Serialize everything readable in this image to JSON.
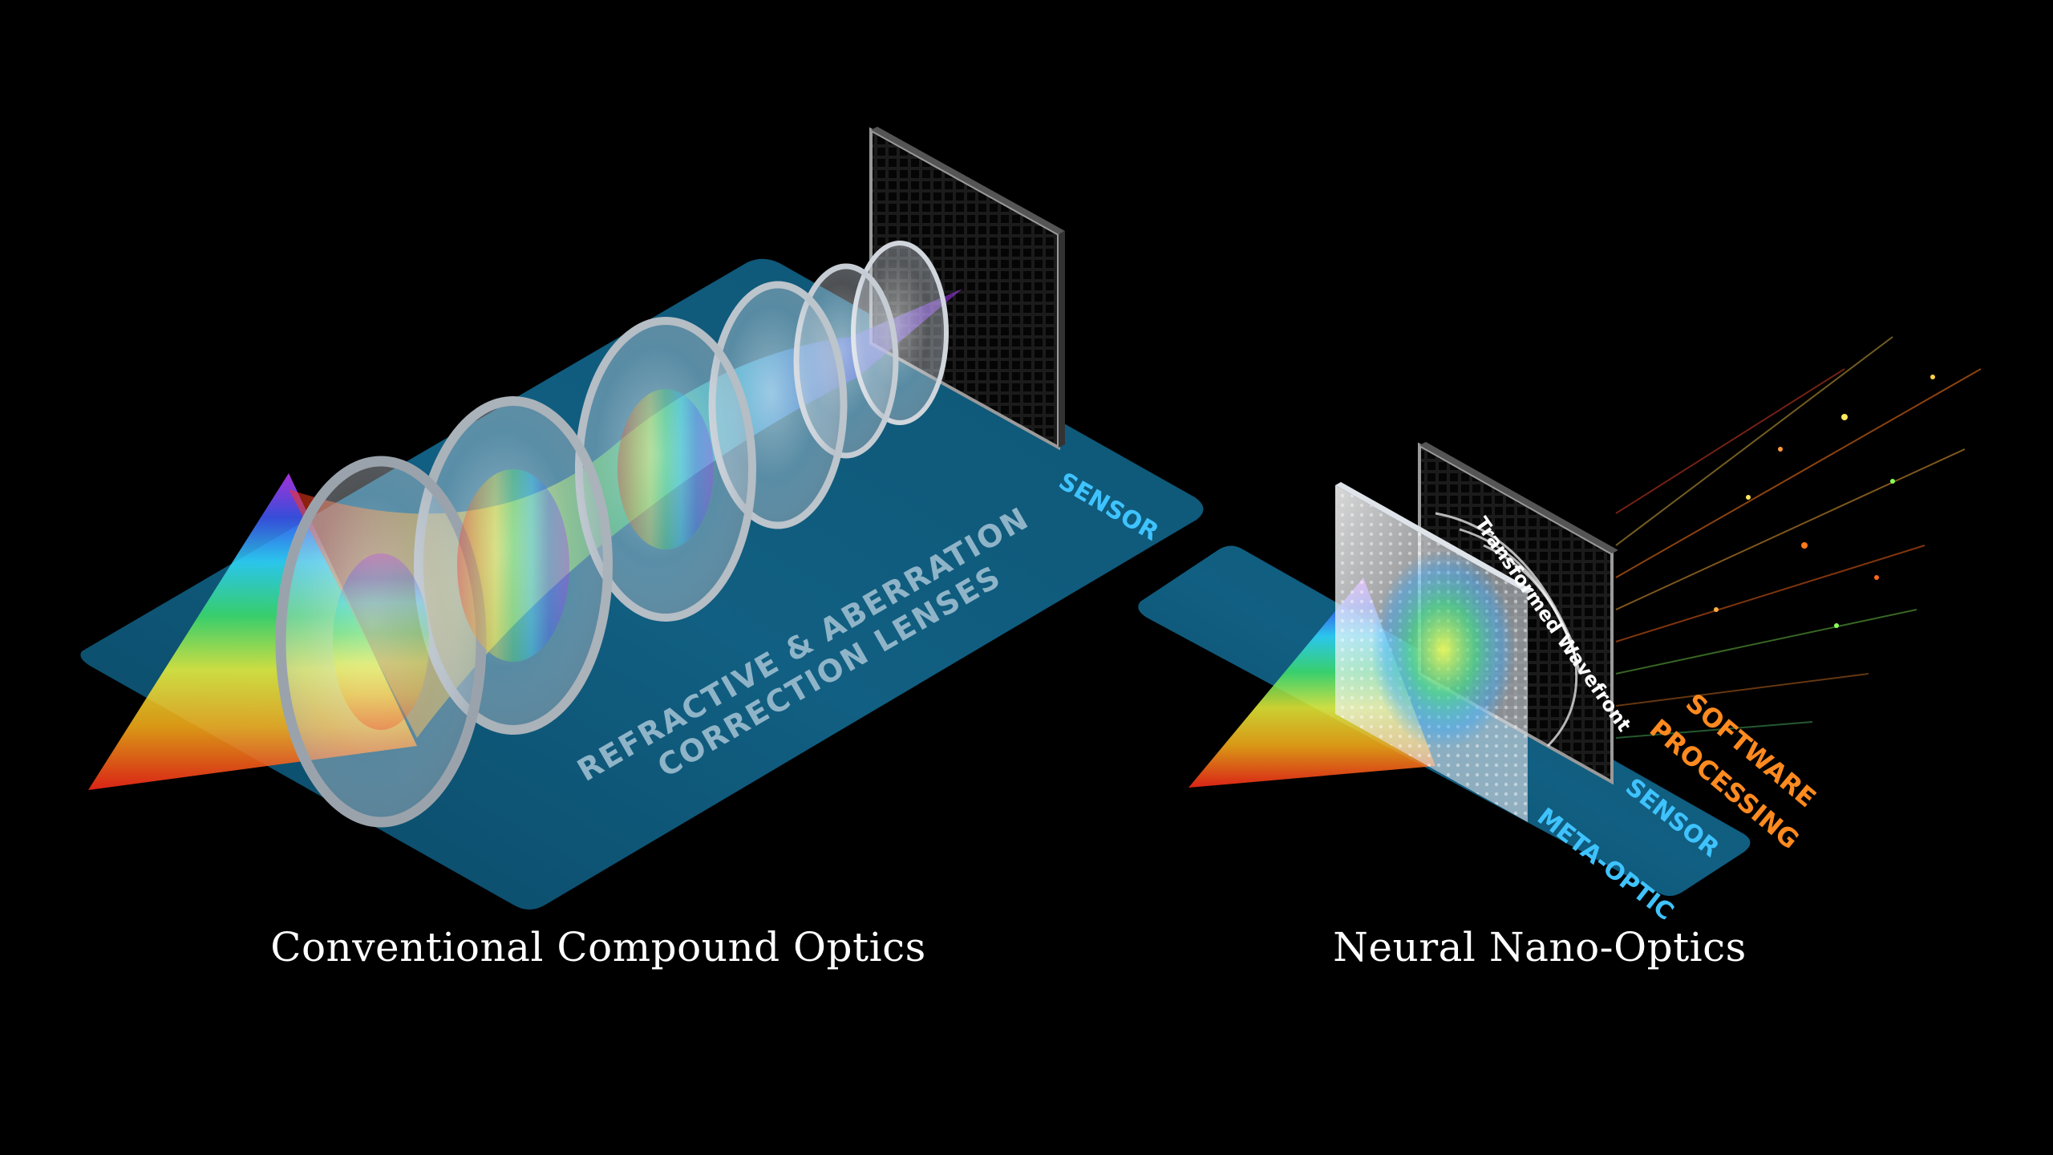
{
  "left_panel": {
    "caption": "Conventional Compound Optics",
    "sensor_label": "SENSOR",
    "lens_label_line1": "REFRACTIVE & ABERRATION",
    "lens_label_line2": "CORRECTION LENSES"
  },
  "right_panel": {
    "caption": "Neural Nano-Optics",
    "wavefront_label": "Transformed Wavefront",
    "sensor_label": "SENSOR",
    "meta_optic_label": "META-OPTIC",
    "software_line1": "SOFTWARE",
    "software_line2": "PROCESSING"
  },
  "colors": {
    "background": "#000000",
    "platform": "#0f5a7a",
    "label_cyan": "#3fc3ff",
    "label_pale": "#8fb4c8",
    "label_orange": "#ff8a1f"
  }
}
